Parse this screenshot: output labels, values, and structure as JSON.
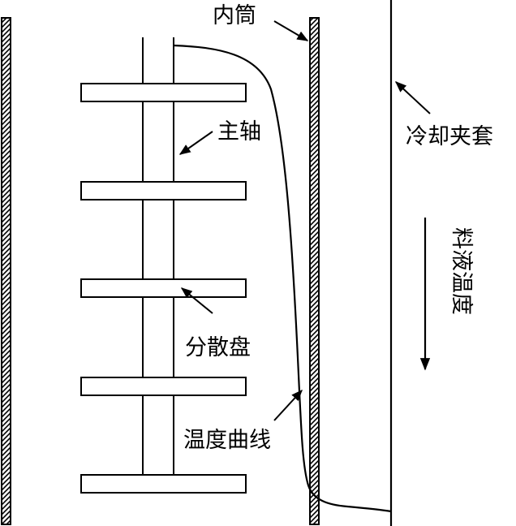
{
  "labels": {
    "inner_cylinder": "内筒",
    "main_shaft": "主轴",
    "cooling_jacket": "冷却夹套",
    "dispersion_disc": "分散盘",
    "temperature_curve": "温度曲线",
    "liquid_temperature": "料液温度"
  },
  "disc_count": 5,
  "colors": {
    "line": "#000000",
    "background": "#ffffff"
  }
}
